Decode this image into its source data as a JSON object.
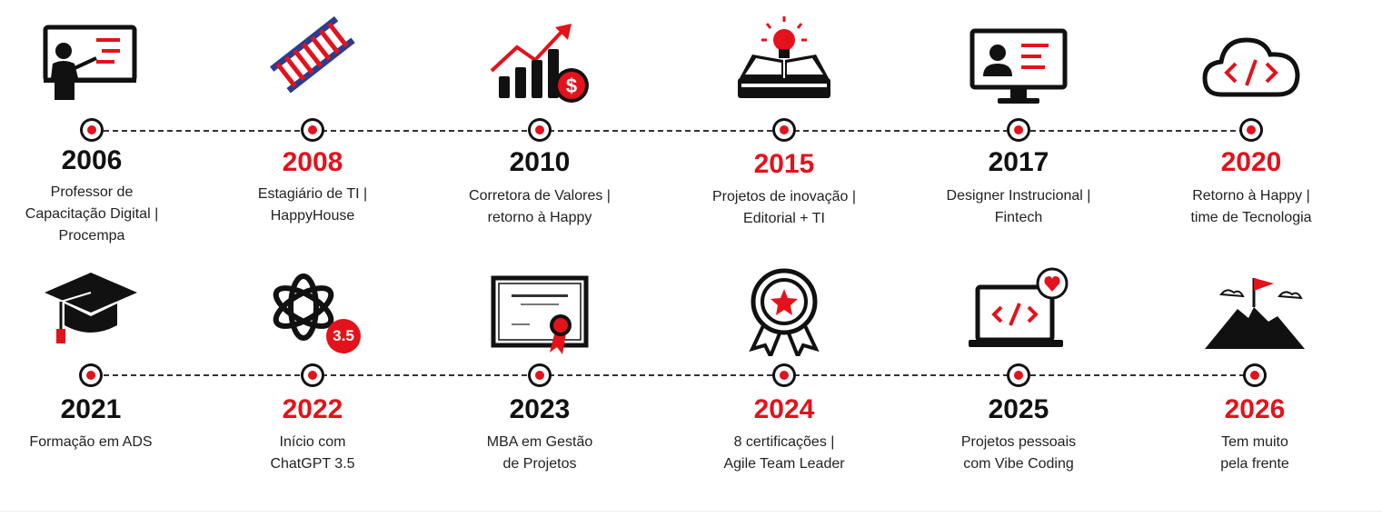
{
  "colors": {
    "accent": "#e3121b",
    "dark": "#111111"
  },
  "rows": [
    {
      "items": [
        {
          "year": "2006",
          "year_color": "#111111",
          "desc": "Professor de\nCapacitação Digital |\nProcempa",
          "icon": "presenter-icon"
        },
        {
          "year": "2008",
          "year_color": "#e3121b",
          "desc": "Estagiário de TI |\nHappyHouse",
          "icon": "ladder-icon"
        },
        {
          "year": "2010",
          "year_color": "#111111",
          "desc": "Corretora de Valores |\nretorno à Happy",
          "icon": "growth-chart-icon"
        },
        {
          "year": "2015",
          "year_color": "#e3121b",
          "desc": "Projetos de inovação |\nEditorial + TI",
          "icon": "book-lightbulb-icon"
        },
        {
          "year": "2017",
          "year_color": "#111111",
          "desc": "Designer Instrucional |\nFintech",
          "icon": "monitor-profile-icon"
        },
        {
          "year": "2020",
          "year_color": "#e3121b",
          "desc": "Retorno à Happy |\ntime de Tecnologia",
          "icon": "cloud-code-icon"
        }
      ]
    },
    {
      "items": [
        {
          "year": "2021",
          "year_color": "#111111",
          "desc": "Formação em ADS",
          "icon": "graduation-cap-icon"
        },
        {
          "year": "2022",
          "year_color": "#e3121b",
          "desc": "Início com\nChatGPT 3.5",
          "icon": "chatgpt-icon",
          "badge": "3.5"
        },
        {
          "year": "2023",
          "year_color": "#111111",
          "desc": "MBA em Gestão\nde Projetos",
          "icon": "certificate-icon"
        },
        {
          "year": "2024",
          "year_color": "#e3121b",
          "desc": "8 certificações |\nAgile Team Leader",
          "icon": "award-badge-icon"
        },
        {
          "year": "2025",
          "year_color": "#111111",
          "desc": "Projetos pessoais\ncom Vibe Coding",
          "icon": "laptop-heart-code-icon"
        },
        {
          "year": "2026",
          "year_color": "#e3121b",
          "desc": "Tem muito\npela frente",
          "icon": "mountain-flag-icon"
        }
      ]
    }
  ]
}
